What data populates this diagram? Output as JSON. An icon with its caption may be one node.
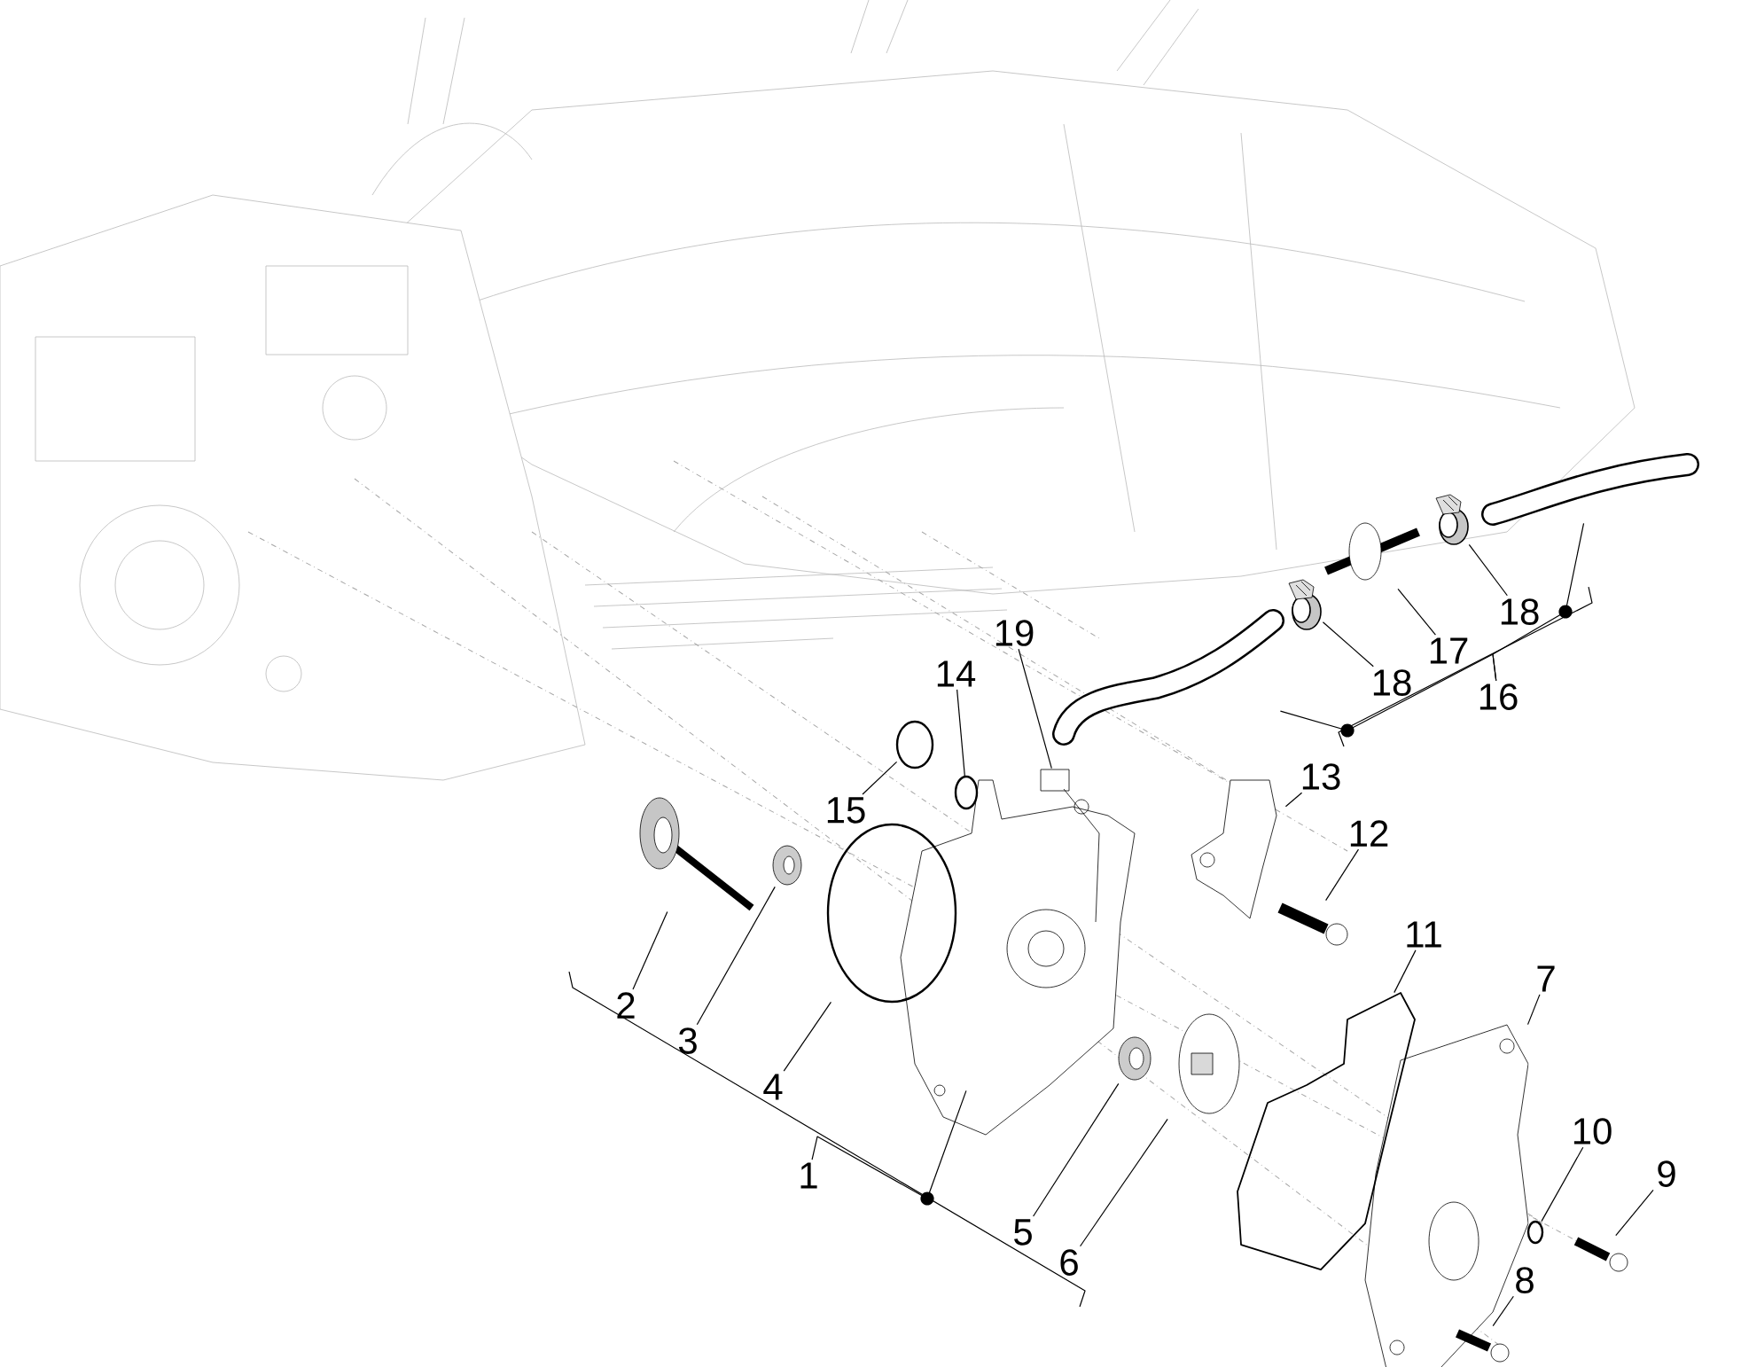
{
  "diagram": {
    "nodes": [
      {
        "text": [
          "1"
        ]
      },
      {
        "text": [
          "2"
        ]
      },
      {
        "text": [
          "3"
        ]
      },
      {
        "text": [
          "4"
        ]
      },
      {
        "text": [
          "5"
        ]
      },
      {
        "text": [
          "6"
        ]
      },
      {
        "text": [
          "7"
        ]
      },
      {
        "text": [
          "8"
        ]
      },
      {
        "text": [
          "9"
        ]
      },
      {
        "text": [
          "10"
        ]
      },
      {
        "text": [
          "11"
        ]
      },
      {
        "text": [
          "12"
        ]
      },
      {
        "text": [
          "13"
        ]
      },
      {
        "text": [
          "14"
        ]
      },
      {
        "text": [
          "15"
        ]
      },
      {
        "text": [
          "16"
        ]
      },
      {
        "text": [
          "17"
        ]
      },
      {
        "text": [
          "18"
        ]
      },
      {
        "text": [
          "18"
        ]
      },
      {
        "text": [
          "19"
        ]
      },
      {
        "text": [],
        "shape": "picture"
      },
      {
        "text": [],
        "shape": "picture"
      },
      {
        "text": [],
        "shape": "picture"
      },
      {
        "text": [],
        "shape": "circle"
      },
      {
        "text": [],
        "shape": "picture"
      },
      {
        "text": [],
        "shape": "picture"
      },
      {
        "text": [],
        "shape": "picture"
      },
      {
        "text": [],
        "shape": "picture"
      },
      {
        "text": [],
        "shape": "picture"
      },
      {
        "text": [],
        "shape": "circle"
      },
      {
        "text": [],
        "shape": "picture"
      },
      {
        "text": [],
        "shape": "picture"
      },
      {
        "text": [],
        "shape": "picture"
      },
      {
        "text": [],
        "shape": "circle"
      },
      {
        "text": [],
        "shape": "circle"
      },
      {
        "text": [],
        "shape": "picture"
      },
      {
        "text": [],
        "shape": "picture"
      },
      {
        "text": [],
        "shape": "picture"
      },
      {
        "text": [],
        "shape": "picture"
      },
      {
        "text": [],
        "shape": "picture"
      },
      {
        "text": [],
        "shape": "box"
      }
    ],
    "edges": [
      {
        "from": 0,
        "to": 20,
        "arrow": "none"
      },
      {
        "from": 1,
        "to": 21,
        "arrow": "none"
      },
      {
        "from": 2,
        "to": 22,
        "arrow": "none"
      },
      {
        "from": 3,
        "to": 23,
        "arrow": "none"
      },
      {
        "from": 4,
        "to": 24,
        "arrow": "none"
      },
      {
        "from": 5,
        "to": 25,
        "arrow": "none"
      },
      {
        "from": 6,
        "to": 26,
        "arrow": "none"
      },
      {
        "from": 7,
        "to": 27,
        "arrow": "none"
      },
      {
        "from": 8,
        "to": 28,
        "arrow": "none"
      },
      {
        "from": 9,
        "to": 29,
        "arrow": "none"
      },
      {
        "from": 10,
        "to": 30,
        "arrow": "none"
      },
      {
        "from": 11,
        "to": 31,
        "arrow": "none"
      },
      {
        "from": 12,
        "to": 32,
        "arrow": "none"
      },
      {
        "from": 13,
        "to": 33,
        "arrow": "none"
      },
      {
        "from": 14,
        "to": 34,
        "arrow": "none"
      },
      {
        "from": 15,
        "to": 35,
        "arrow": "none"
      },
      {
        "from": 15,
        "to": 36,
        "arrow": "none"
      },
      {
        "from": 16,
        "to": 37,
        "arrow": "none"
      },
      {
        "from": 17,
        "to": 38,
        "arrow": "none"
      },
      {
        "from": 18,
        "to": 39,
        "arrow": "none"
      },
      {
        "from": 19,
        "to": 40,
        "arrow": "none"
      }
    ]
  }
}
